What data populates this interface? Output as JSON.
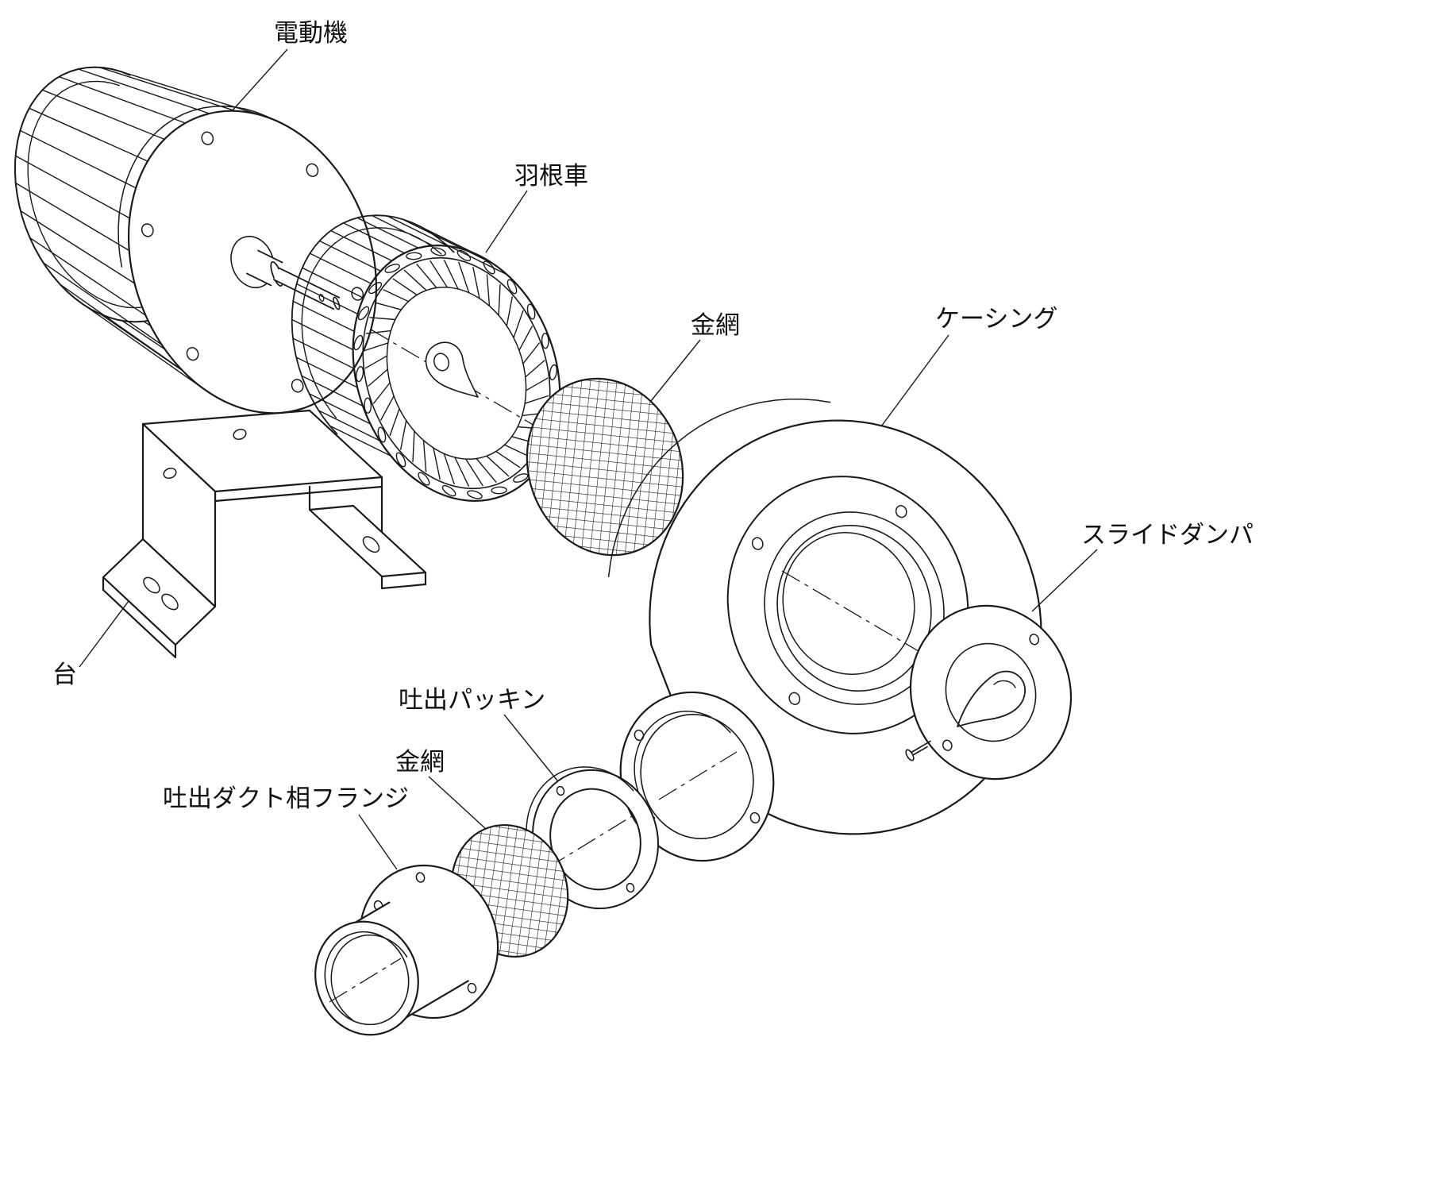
{
  "diagram": {
    "type": "exploded-view technical drawing",
    "colors": {
      "line": "#1a1a1a",
      "background": "#ffffff"
    },
    "labels": {
      "motor": "電動機",
      "impeller": "羽根車",
      "mesh_inlet": "金網",
      "casing": "ケーシング",
      "slide_damper": "スライドダンパ",
      "base": "台",
      "discharge_packing": "吐出パッキン",
      "mesh_discharge": "金網",
      "discharge_duct_flange": "吐出ダクト相フランジ"
    }
  }
}
